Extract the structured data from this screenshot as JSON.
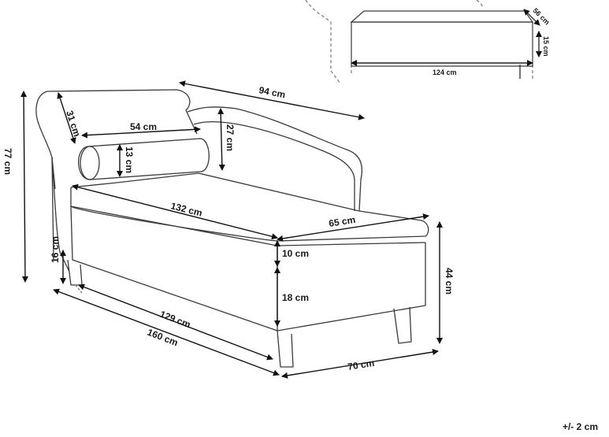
{
  "colors": {
    "outline": "#3a3a3a",
    "dimension": "#111111",
    "background": "#ffffff"
  },
  "inset": {
    "depth": "56 cm",
    "height": "15 cm",
    "width": "124 cm"
  },
  "main": {
    "width_top": "94 cm",
    "armrest_height": "31 cm",
    "pillow_length": "54 cm",
    "pillow_diameter": "13 cm",
    "backrest_height": "27 cm",
    "total_height": "77 cm",
    "seat_length": "132 cm",
    "seat_depth": "65 cm",
    "cushion_thickness": "10 cm",
    "base_height": "18 cm",
    "seat_height": "44 cm",
    "leg_height": "16 cm",
    "inner_length": "129 cm",
    "total_length": "160 cm",
    "total_width": "70 cm"
  },
  "tolerance": "+/- 2 cm"
}
